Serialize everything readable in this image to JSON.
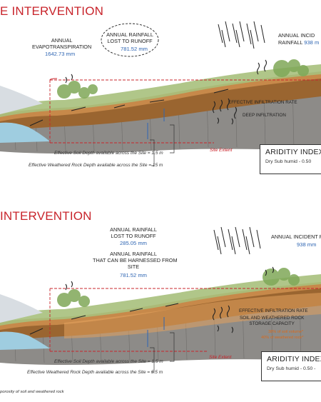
{
  "top": {
    "title": "E INTERVENTION",
    "evap_label": [
      "ANNUAL",
      "EVAPOTRANSPIRATION"
    ],
    "evap_value": "1642.73 mm",
    "runoff_label": [
      "ANNUAL RAINFALL",
      "LOST TO RUNOFF"
    ],
    "runoff_value": "781.52 mm",
    "incident_label": [
      "ANNUAL INCID"
    ],
    "incident_line2": "RAINFALL",
    "incident_value": "938",
    "incident_unit": "m",
    "infiltration_label": "EFFECTIVE INFILTRATION RATE",
    "deep_label": "DEEP INFILTRATION",
    "soil_depth": "Effective Soil Depth available across the Site = 1.5 m",
    "rock_depth": "Effective Weathered Rock Depth available across the Site = 15 m",
    "site_extent": "Site Extent",
    "aridity_title": "ARIDITIY INDEX:",
    "aridity_value": "Dry Sub humid - 0.50"
  },
  "bottom": {
    "title": "INTERVENTION",
    "runoff_label": [
      "ANNUAL RAINFALL",
      "LOST TO RUNOFF"
    ],
    "runoff_value": "285.05 mm",
    "harness_label": [
      "ANNUAL RAINFALL",
      "THAT CAN BE HARNESSED FROM",
      "SITE"
    ],
    "harness_value": "781.52 mm",
    "incident_label": "ANNUAL INCIDENT R",
    "incident_value": "938 mm",
    "infiltration_label": "EFFECTIVE INFILTRATION RATE",
    "storage_label": [
      "SOIL AND WEATHERED ROCK",
      "STORAGE CAPACITY"
    ],
    "soil_pct": "38% of soil volume*",
    "rock_pct": "40% of weathered rock*",
    "soil_depth": "Effective Soil Depth available across the Site = 1.5 m",
    "rock_depth": "Effective Weathered Rock Depth available across the Site = 5.5 m",
    "site_extent": "Site Extent",
    "aridity_title": "ARIDITIY INDEX:",
    "aridity_value": "Dry Sub humid - 0.50 -",
    "footnote": "porosity of soil and weathered rock"
  },
  "colors": {
    "title_red": "#c8242b",
    "value_blue": "#2f66b3",
    "soil_brown": "#8a5a2b",
    "rock_grey": "#8d8b88",
    "vegetation_green": "#7fa858",
    "water_blue": "#9fcde0"
  }
}
